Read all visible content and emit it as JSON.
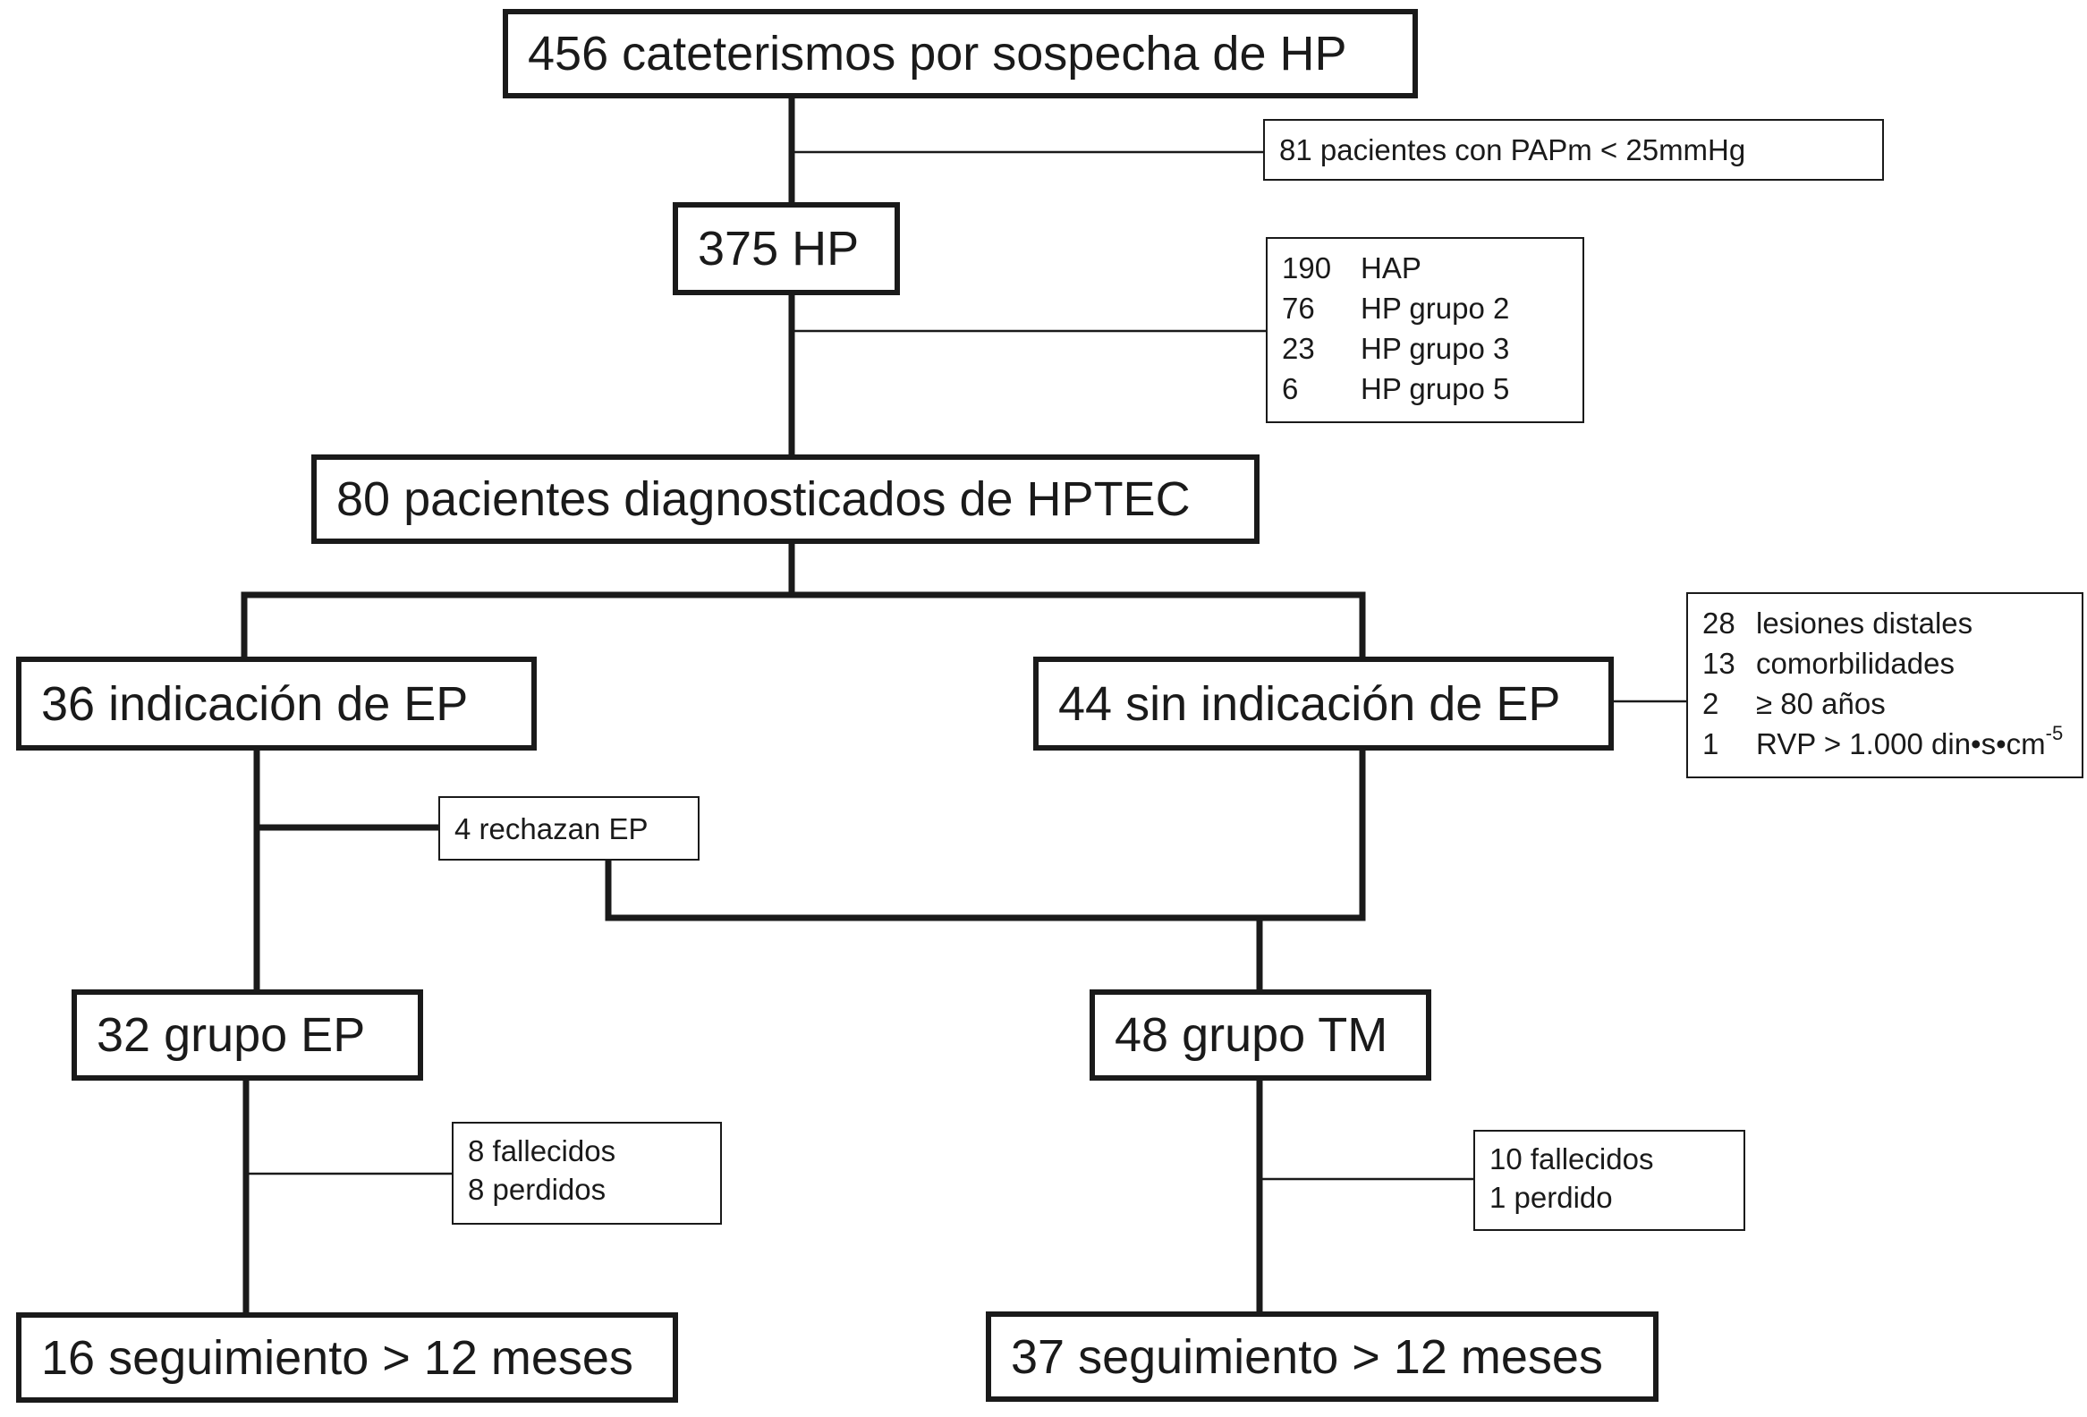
{
  "nodes": {
    "catheterizations": "456 cateterismos por sospecha de HP",
    "hp": "375 HP",
    "hptec": "80 pacientes diagnosticados de HPTEC",
    "ep_indication": "36 indicación de EP",
    "no_ep_indication": "44 sin indicación de EP",
    "ep_group": "32 grupo EP",
    "tm_group": "48 grupo TM",
    "ep_followup": "16 seguimiento > 12 meses",
    "tm_followup": "37 seguimiento > 12 meses"
  },
  "notes": {
    "low_papm": "81 pacientes con PAPm < 25mmHg",
    "hp_breakdown": [
      {
        "count": "190",
        "label": "HAP"
      },
      {
        "count": "76",
        "label": "HP grupo 2"
      },
      {
        "count": "23",
        "label": "HP grupo 3"
      },
      {
        "count": "6",
        "label": "HP grupo 5"
      }
    ],
    "no_ep_reasons": [
      {
        "count": "28",
        "label": "lesiones distales"
      },
      {
        "count": "13",
        "label": "comorbilidades"
      },
      {
        "count": "2",
        "label": "≥ 80 años"
      },
      {
        "count": "1",
        "label": "RVP > 1.000 din•s•cm",
        "sup": "-5"
      }
    ],
    "reject_ep": "4 rechazan EP",
    "ep_losses": [
      "8 fallecidos",
      "8 perdidos"
    ],
    "tm_losses": [
      "10 fallecidos",
      "1 perdido"
    ]
  }
}
